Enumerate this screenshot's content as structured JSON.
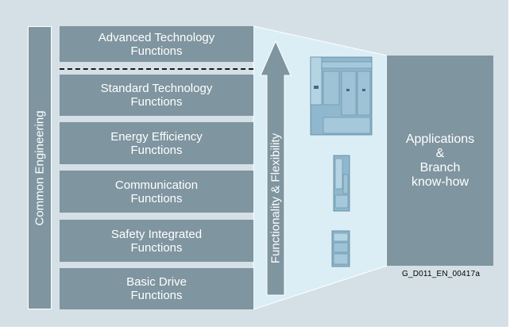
{
  "left_label": "Common Engineering",
  "blocks": [
    {
      "line1": "Advanced Technology",
      "line2": "Functions"
    },
    {
      "line1": "Standard Technology",
      "line2": "Functions"
    },
    {
      "line1": "Energy Efficiency",
      "line2": "Functions"
    },
    {
      "line1": "Communication",
      "line2": "Functions"
    },
    {
      "line1": "Safety Integrated",
      "line2": "Functions"
    },
    {
      "line1": "Basic Drive",
      "line2": "Functions"
    }
  ],
  "arrow_label": "Functionality & Flexibility",
  "applications": {
    "line1": "Applications",
    "line2": "&",
    "line3": "Branch",
    "line4": "know-how"
  },
  "figure_code": "G_D011_EN_00417a",
  "colors": {
    "background": "#d4e0e6",
    "block": "#7f95a0",
    "funnel": "#dbeef5",
    "device": "#8fb8cf"
  }
}
